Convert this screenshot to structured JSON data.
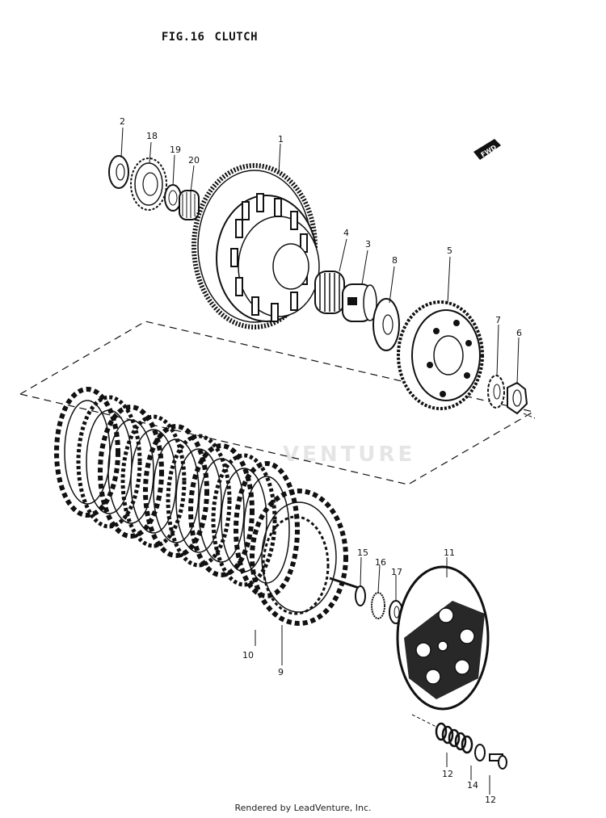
{
  "header": {
    "fig_label": "FIG.16",
    "title": "CLUTCH"
  },
  "fwd_badge": "FWD",
  "watermark": "VENTURE",
  "callouts": {
    "c1": "1",
    "c2": "2",
    "c3": "3",
    "c4": "4",
    "c5": "5",
    "c6": "6",
    "c7": "7",
    "c8": "8",
    "c9": "9",
    "c10": "10",
    "c11": "11",
    "c12": "12",
    "c14": "14",
    "c15": "15",
    "c16": "16",
    "c17": "17",
    "c18": "18",
    "c19": "19",
    "c20": "20"
  },
  "footer": "Rendered by LeadVenture, Inc."
}
